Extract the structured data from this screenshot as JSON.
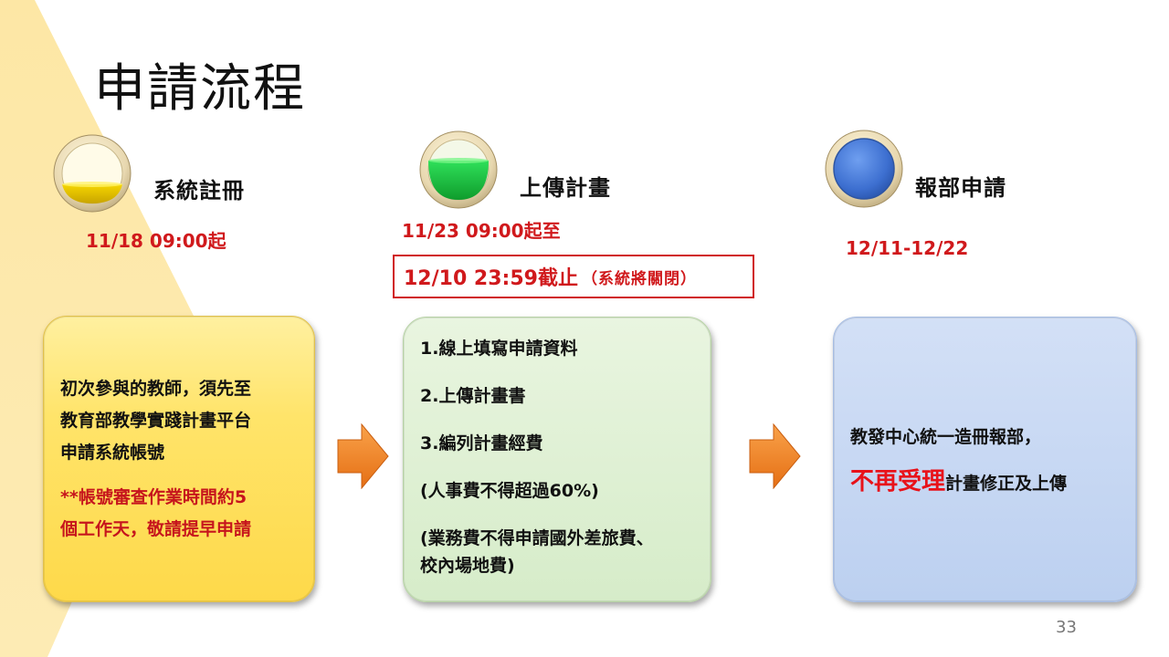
{
  "slide": {
    "title": "申請流程",
    "page_number": "33"
  },
  "steps": [
    {
      "label": "系統註冊",
      "date": "11/18 09:00起",
      "card": {
        "lines": [
          "初次參與的教師，須先至",
          "教育部教學實踐計畫平台",
          "申請系統帳號"
        ],
        "note_lines": [
          "**帳號審查作業時間約5",
          "個工作天，敬請提早申請"
        ]
      }
    },
    {
      "label": "上傳計畫",
      "date": "11/23 09:00起至",
      "deadline_main": "12/10 23:59截止",
      "deadline_sub": "（系統將關閉）",
      "card": {
        "lines": [
          "1.線上填寫申請資料",
          "2.上傳計畫書",
          "3.編列計畫經費",
          "(人事費不得超過60%)",
          "(業務費不得申請國外差旅費、",
          "校內場地費)"
        ]
      }
    },
    {
      "label": "報部申請",
      "date": "12/11-12/22",
      "card": {
        "line1": "教發中心統一造冊報部，",
        "emphasis": "不再受理",
        "line2_rest": "計畫修正及上傳"
      }
    }
  ],
  "colors": {
    "date_red": "#d0191c",
    "card_yellow": "#fed94a",
    "card_green": "#d6ecc9",
    "card_blue": "#bcd0f0",
    "arrow_orange": "#f07d22",
    "wedge": "#fde7a5"
  },
  "icons": [
    "yellow-fill-circle-icon",
    "green-fill-circle-icon",
    "blue-circle-icon",
    "right-arrow-icon"
  ]
}
